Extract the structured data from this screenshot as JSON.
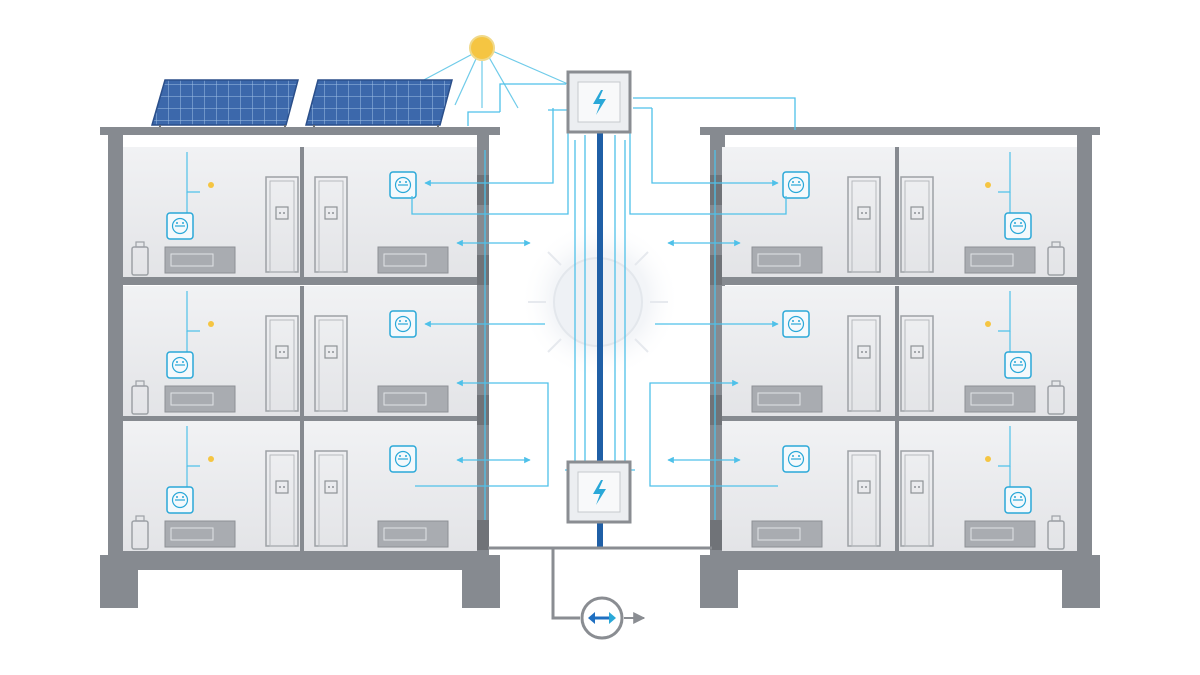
{
  "colors": {
    "background": "#ffffff",
    "structure": "#868a90",
    "room_fill": "#e8e9ec",
    "wire": "#4fc1e9",
    "riser": "#1f5fa6",
    "sun": "#f5c542",
    "panel": "#3b66a8",
    "device": "#2aa8d8"
  },
  "components": {
    "sun": {
      "icon": "sun-icon"
    },
    "solar_panels": {
      "count": 2,
      "icon": "solar-panel-icon"
    },
    "central_unit": {
      "icon": "lightning-bolt-icon"
    },
    "storage_unit": {
      "icon": "lightning-bolt-icon"
    },
    "grid_meter": {
      "icon": "bidirectional-arrow-icon"
    },
    "central_glow": {
      "icon": "glowing-orb-icon"
    }
  },
  "buildings": [
    {
      "side": "left",
      "floors": 3,
      "room_icons": [
        "smart-meter-icon",
        "outlet-icon",
        "door-icon",
        "radiator-icon",
        "light-icon",
        "luggage-icon"
      ]
    },
    {
      "side": "right",
      "floors": 3,
      "room_icons": [
        "smart-meter-icon",
        "outlet-icon",
        "door-icon",
        "radiator-icon",
        "light-icon",
        "luggage-icon"
      ]
    }
  ]
}
